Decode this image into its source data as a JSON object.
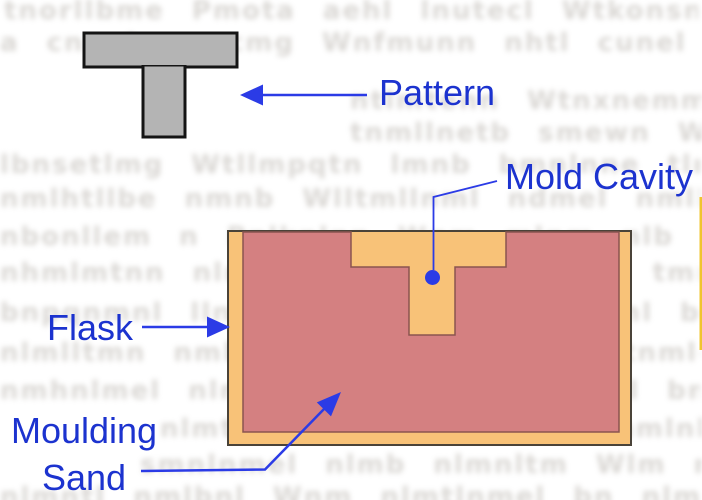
{
  "labels": {
    "pattern": "Pattern",
    "mold_cavity": "Mold Cavity",
    "flask": "Flask",
    "moulding_sand_line1": "Moulding",
    "moulding_sand_line2": "Sand"
  },
  "colors": {
    "label_blue": "#1c33cf",
    "arrow_blue": "#2b3be6",
    "sand_pink": "#d48081",
    "flask_tan": "#f8c278",
    "pattern_gray": "#b4b4b4",
    "pattern_outline": "#141414",
    "flask_outline": "#4a4339",
    "sand_outline": "#8a5450",
    "edge_yellow": "#f0c52e"
  },
  "ghost_text": {
    "lines": [
      "tnorllbme Pmota aehl lnutecl Wtkonsnn ahd",
      "a cnpqtnne cmg Wnfmunn nhtl cunel bmne",
      "ntlmtenn Wtnxnemm memd aonnl",
      "tnmllnetb smewn Wml neomnl lnme",
      "lbnsetlmg Wtllmpqtn lmnb bmnlnne tlnm nmel",
      "nmlhtllbe nmnb Wlltmllnml ndmel nmll bn",
      "nbonllem n Pnlknlnn Wnm mlnm nlb tnmel",
      "nhmlmtnn nlmeb Wm nlmmn nmbl tmnel nm",
      "bnpqnmnl llnmlnb Wnlmtll nhm mnl bnme",
      "nlmlltmn nmbll Wmnltmnlm nlmb tnmle",
      "nmhnlmel nlmbn Wlmnltn nn nlmel bmn",
      "nlmtlnn nmlb Wnlmlnmt nmlnb tnm",
      "smnlnmel nlmb nlmnltm Wlm nlmel nlm",
      "nlmntl nmlbnl Wnm nlmtlnmel bn nlm"
    ]
  }
}
